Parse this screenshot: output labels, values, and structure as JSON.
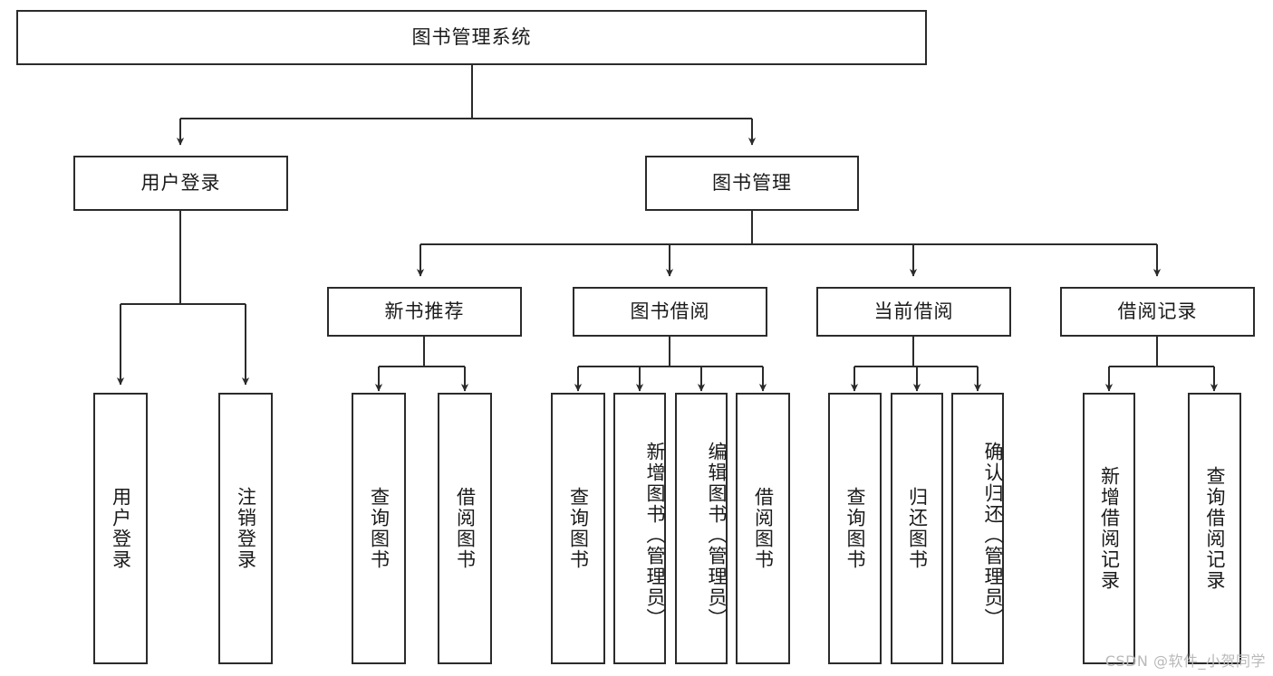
{
  "diagram": {
    "type": "tree",
    "title": "图书管理系统",
    "root": {
      "label": "图书管理系统",
      "orientation": "horizontal"
    },
    "level2": [
      {
        "label": "用户登录",
        "orientation": "horizontal"
      },
      {
        "label": "图书管理",
        "orientation": "horizontal"
      }
    ],
    "level3": [
      {
        "label": "新书推荐",
        "orientation": "horizontal"
      },
      {
        "label": "图书借阅",
        "orientation": "horizontal"
      },
      {
        "label": "当前借阅",
        "orientation": "horizontal"
      },
      {
        "label": "借阅记录",
        "orientation": "horizontal"
      }
    ],
    "leaves": {
      "user_login": [
        {
          "label": "用户登录",
          "orientation": "vertical"
        },
        {
          "label": "注销登录",
          "orientation": "vertical"
        }
      ],
      "new_book_recommend": [
        {
          "label": "查询图书",
          "orientation": "vertical"
        },
        {
          "label": "借阅图书",
          "orientation": "vertical"
        }
      ],
      "book_borrow": [
        {
          "label": "查询图书",
          "orientation": "vertical"
        },
        {
          "label": "新增图书（管理员）",
          "orientation": "vertical"
        },
        {
          "label": "编辑图书（管理员）",
          "orientation": "vertical"
        },
        {
          "label": "借阅图书",
          "orientation": "vertical"
        }
      ],
      "current_borrow": [
        {
          "label": "查询图书",
          "orientation": "vertical"
        },
        {
          "label": "归还图书",
          "orientation": "vertical"
        },
        {
          "label": "确认归还（管理员）",
          "orientation": "vertical"
        }
      ],
      "borrow_record": [
        {
          "label": "新增借阅记录",
          "orientation": "vertical"
        },
        {
          "label": "查询借阅记录",
          "orientation": "vertical"
        }
      ]
    },
    "colors": {
      "stroke": "#2b2b2b",
      "fill": "#ffffff",
      "text": "#1a1a1a",
      "watermark": "#b9b9b9"
    }
  },
  "watermark": {
    "text": "CSDN @软件_小贺同学"
  }
}
